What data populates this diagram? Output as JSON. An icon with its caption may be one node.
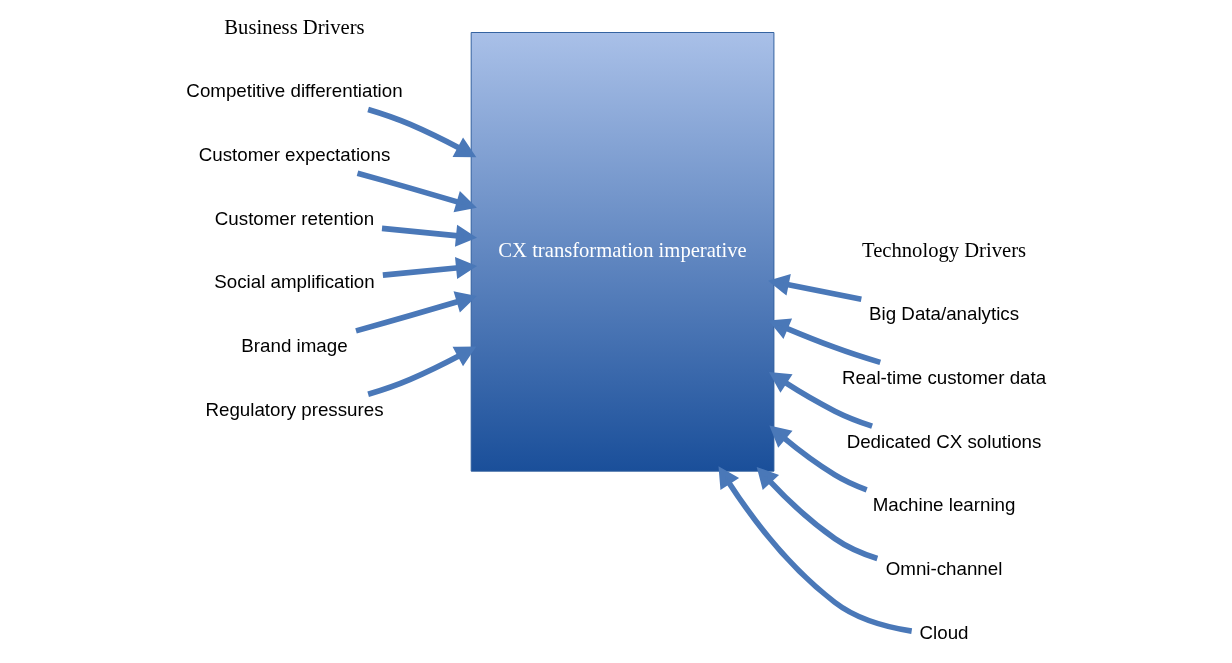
{
  "diagram": {
    "nodes": [
      {
        "text": [
          "Competitive differentiation"
        ]
      },
      {
        "text": [
          "Customer expectations"
        ]
      },
      {
        "text": [
          "Customer retention"
        ]
      },
      {
        "text": [
          "Social amplification"
        ]
      },
      {
        "text": [
          "Brand image"
        ]
      },
      {
        "text": [
          "Regulatory pressures"
        ]
      },
      {
        "text": [
          "CX transformation imperative"
        ]
      },
      {
        "text": [
          "Big Data/analytics"
        ]
      },
      {
        "text": [
          "Real-time customer data"
        ]
      },
      {
        "text": [
          "Dedicated CX solutions"
        ]
      },
      {
        "text": [
          "Machine learning"
        ]
      },
      {
        "text": [
          "Omni-channel"
        ]
      },
      {
        "text": [
          "Cloud"
        ]
      }
    ],
    "edges": [
      {
        "from": 0,
        "to": 6,
        "arrow": "to"
      },
      {
        "from": 1,
        "to": 6,
        "arrow": "to"
      },
      {
        "from": 2,
        "to": 6,
        "arrow": "to"
      },
      {
        "from": 3,
        "to": 6,
        "arrow": "to"
      },
      {
        "from": 4,
        "to": 6,
        "arrow": "to"
      },
      {
        "from": 5,
        "to": 6,
        "arrow": "to"
      },
      {
        "from": 7,
        "to": 6,
        "arrow": "to"
      },
      {
        "from": 8,
        "to": 6,
        "arrow": "to"
      },
      {
        "from": 9,
        "to": 6,
        "arrow": "to"
      },
      {
        "from": 10,
        "to": 6,
        "arrow": "to"
      },
      {
        "from": 11,
        "to": 6,
        "arrow": "to"
      },
      {
        "from": 12,
        "to": 6,
        "arrow": "to"
      }
    ],
    "labels": [
      "Business Drivers",
      "Technology Drivers"
    ]
  }
}
